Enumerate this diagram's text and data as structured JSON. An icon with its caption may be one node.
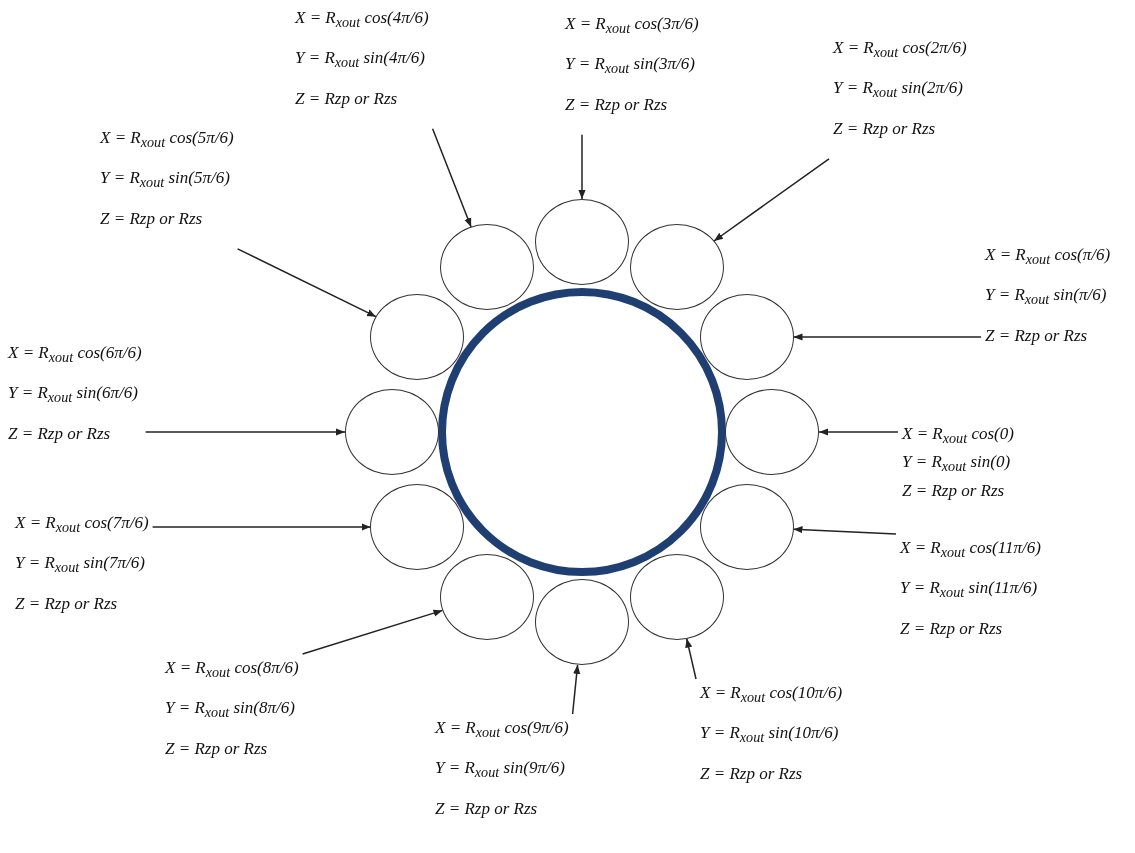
{
  "diagram": {
    "nodes": [
      {
        "text": [
          "X = R$_{xout}$ cos(0)",
          "Y = R$_{xout}$ sin(0)",
          "Z = Rzp or Rzs"
        ]
      },
      {
        "text": [
          "X = R$_{xout}$ cos(π/6)",
          "Y = R$_{xout}$ sin(π/6)",
          "Z = Rzp or Rzs"
        ]
      },
      {
        "text": [
          "X = R$_{xout}$ cos(2π/6)",
          "Y = R$_{xout}$ sin(2π/6)",
          "Z = Rzp or Rzs"
        ]
      },
      {
        "text": [
          "X = R$_{xout}$ cos(3π/6)",
          "Y = R$_{xout}$ sin(3π/6)",
          "Z = Rzp or Rzs"
        ]
      },
      {
        "text": [
          "X = R$_{xout}$ cos(4π/6)",
          "Y = R$_{xout}$ sin(4π/6)",
          "Z = Rzp or Rzs"
        ]
      },
      {
        "text": [
          "X = R$_{xout}$ cos(5π/6)",
          "Y = R$_{xout}$ sin(5π/6)",
          "Z = Rzp or Rzs"
        ]
      },
      {
        "text": [
          "X = R$_{xout}$ cos(6π/6)",
          "Y = R$_{xout}$ sin(6π/6)",
          "Z = Rzp or Rzs"
        ]
      },
      {
        "text": [
          "X = R$_{xout}$ cos(7π/6)",
          "Y = R$_{xout}$ sin(7π/6)",
          "Z = Rzp or Rzs"
        ]
      },
      {
        "text": [
          "X = R$_{xout}$ cos(8π/6)",
          "Y = R$_{xout}$ sin(8π/6)",
          "Z = Rzp or Rzs"
        ]
      },
      {
        "text": [
          "X = R$_{xout}$ cos(9π/6)",
          "Y = R$_{xout}$ sin(9π/6)",
          "Z = Rzp or Rzs"
        ]
      },
      {
        "text": [
          "X = R$_{xout}$ cos(10π/6)",
          "Y = R$_{xout}$ sin(10π/6)",
          "Z = Rzp or Rzs"
        ]
      },
      {
        "text": [
          "X = R$_{xout}$ cos(11π/6)",
          "Y = R$_{xout}$ sin(11π/6)",
          "Z = Rzp or Rzs"
        ]
      },
      {
        "text": [],
        "shape": "circle"
      },
      {
        "text": [],
        "shape": "circle"
      },
      {
        "text": [],
        "shape": "circle"
      },
      {
        "text": [],
        "shape": "circle"
      },
      {
        "text": [],
        "shape": "circle"
      },
      {
        "text": [],
        "shape": "circle"
      },
      {
        "text": [],
        "shape": "circle"
      },
      {
        "text": [],
        "shape": "circle"
      },
      {
        "text": [],
        "shape": "circle"
      },
      {
        "text": [],
        "shape": "circle"
      },
      {
        "text": [],
        "shape": "circle"
      },
      {
        "text": [],
        "shape": "circle"
      }
    ],
    "edges": [
      {
        "from": 0,
        "to": 12,
        "arrow": "to"
      },
      {
        "from": 1,
        "to": 13,
        "arrow": "to"
      },
      {
        "from": 2,
        "to": 14,
        "arrow": "to"
      },
      {
        "from": 3,
        "to": 15,
        "arrow": "to"
      },
      {
        "from": 4,
        "to": 16,
        "arrow": "to"
      },
      {
        "from": 5,
        "to": 17,
        "arrow": "to"
      },
      {
        "from": 6,
        "to": 18,
        "arrow": "to"
      },
      {
        "from": 7,
        "to": 19,
        "arrow": "to"
      },
      {
        "from": 8,
        "to": 20,
        "arrow": "to"
      },
      {
        "from": 9,
        "to": 21,
        "arrow": "to"
      },
      {
        "from": 10,
        "to": 22,
        "arrow": "to"
      },
      {
        "from": 11,
        "to": 23,
        "arrow": "to"
      }
    ]
  }
}
